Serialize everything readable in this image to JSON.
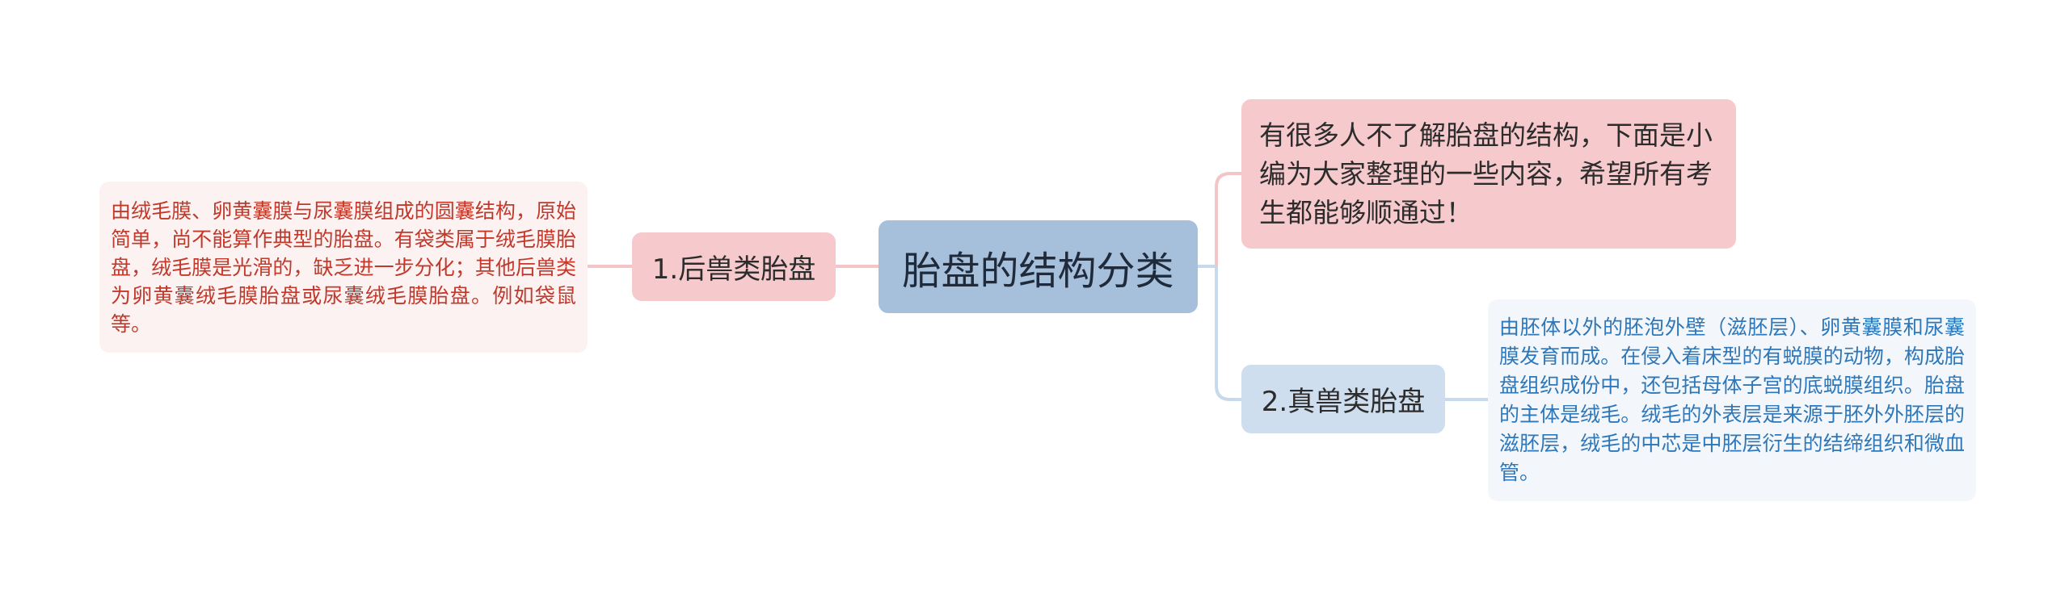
{
  "mindmap": {
    "root": {
      "label": "胎盘的结构分类"
    },
    "intro": {
      "text": "有很多人不了解胎盘的结构，下面是小编为大家整理的一些内容，希望所有考生都能够顺通过！"
    },
    "branches": [
      {
        "label": "1.后兽类胎盘",
        "detail": "由绒毛膜、卵黄囊膜与尿囊膜组成的圆囊结构，原始简单，尚不能算作典型的胎盘。有袋类属于绒毛膜胎盘，绒毛膜是光滑的，缺乏进一步分化；其他后兽类为卵黄囊绒毛膜胎盘或尿囊绒毛膜胎盘。例如袋鼠等。"
      },
      {
        "label": "2.真兽类胎盘",
        "detail": "由胚体以外的胚泡外壁（滋胚层）、卵黄囊膜和尿囊膜发育而成。在侵入着床型的有蜕膜的动物，构成胎盘组织成份中，还包括母体子宫的底蜕膜组织。胎盘的主体是绒毛。绒毛的外表层是来源于胚外外胚层的滋胚层，绒毛的中芯是中胚层衍生的结缔组织和微血管。"
      }
    ],
    "colors": {
      "root_fill": "#a6bfdb",
      "left_branch_fill": "#f6cacd",
      "left_detail_text": "#c0392b",
      "right_branch_fill": "#cfdeee",
      "right_detail_text": "#2e77b8",
      "left_link": "#f3c4c8",
      "right_link": "#c7d9ec"
    }
  }
}
